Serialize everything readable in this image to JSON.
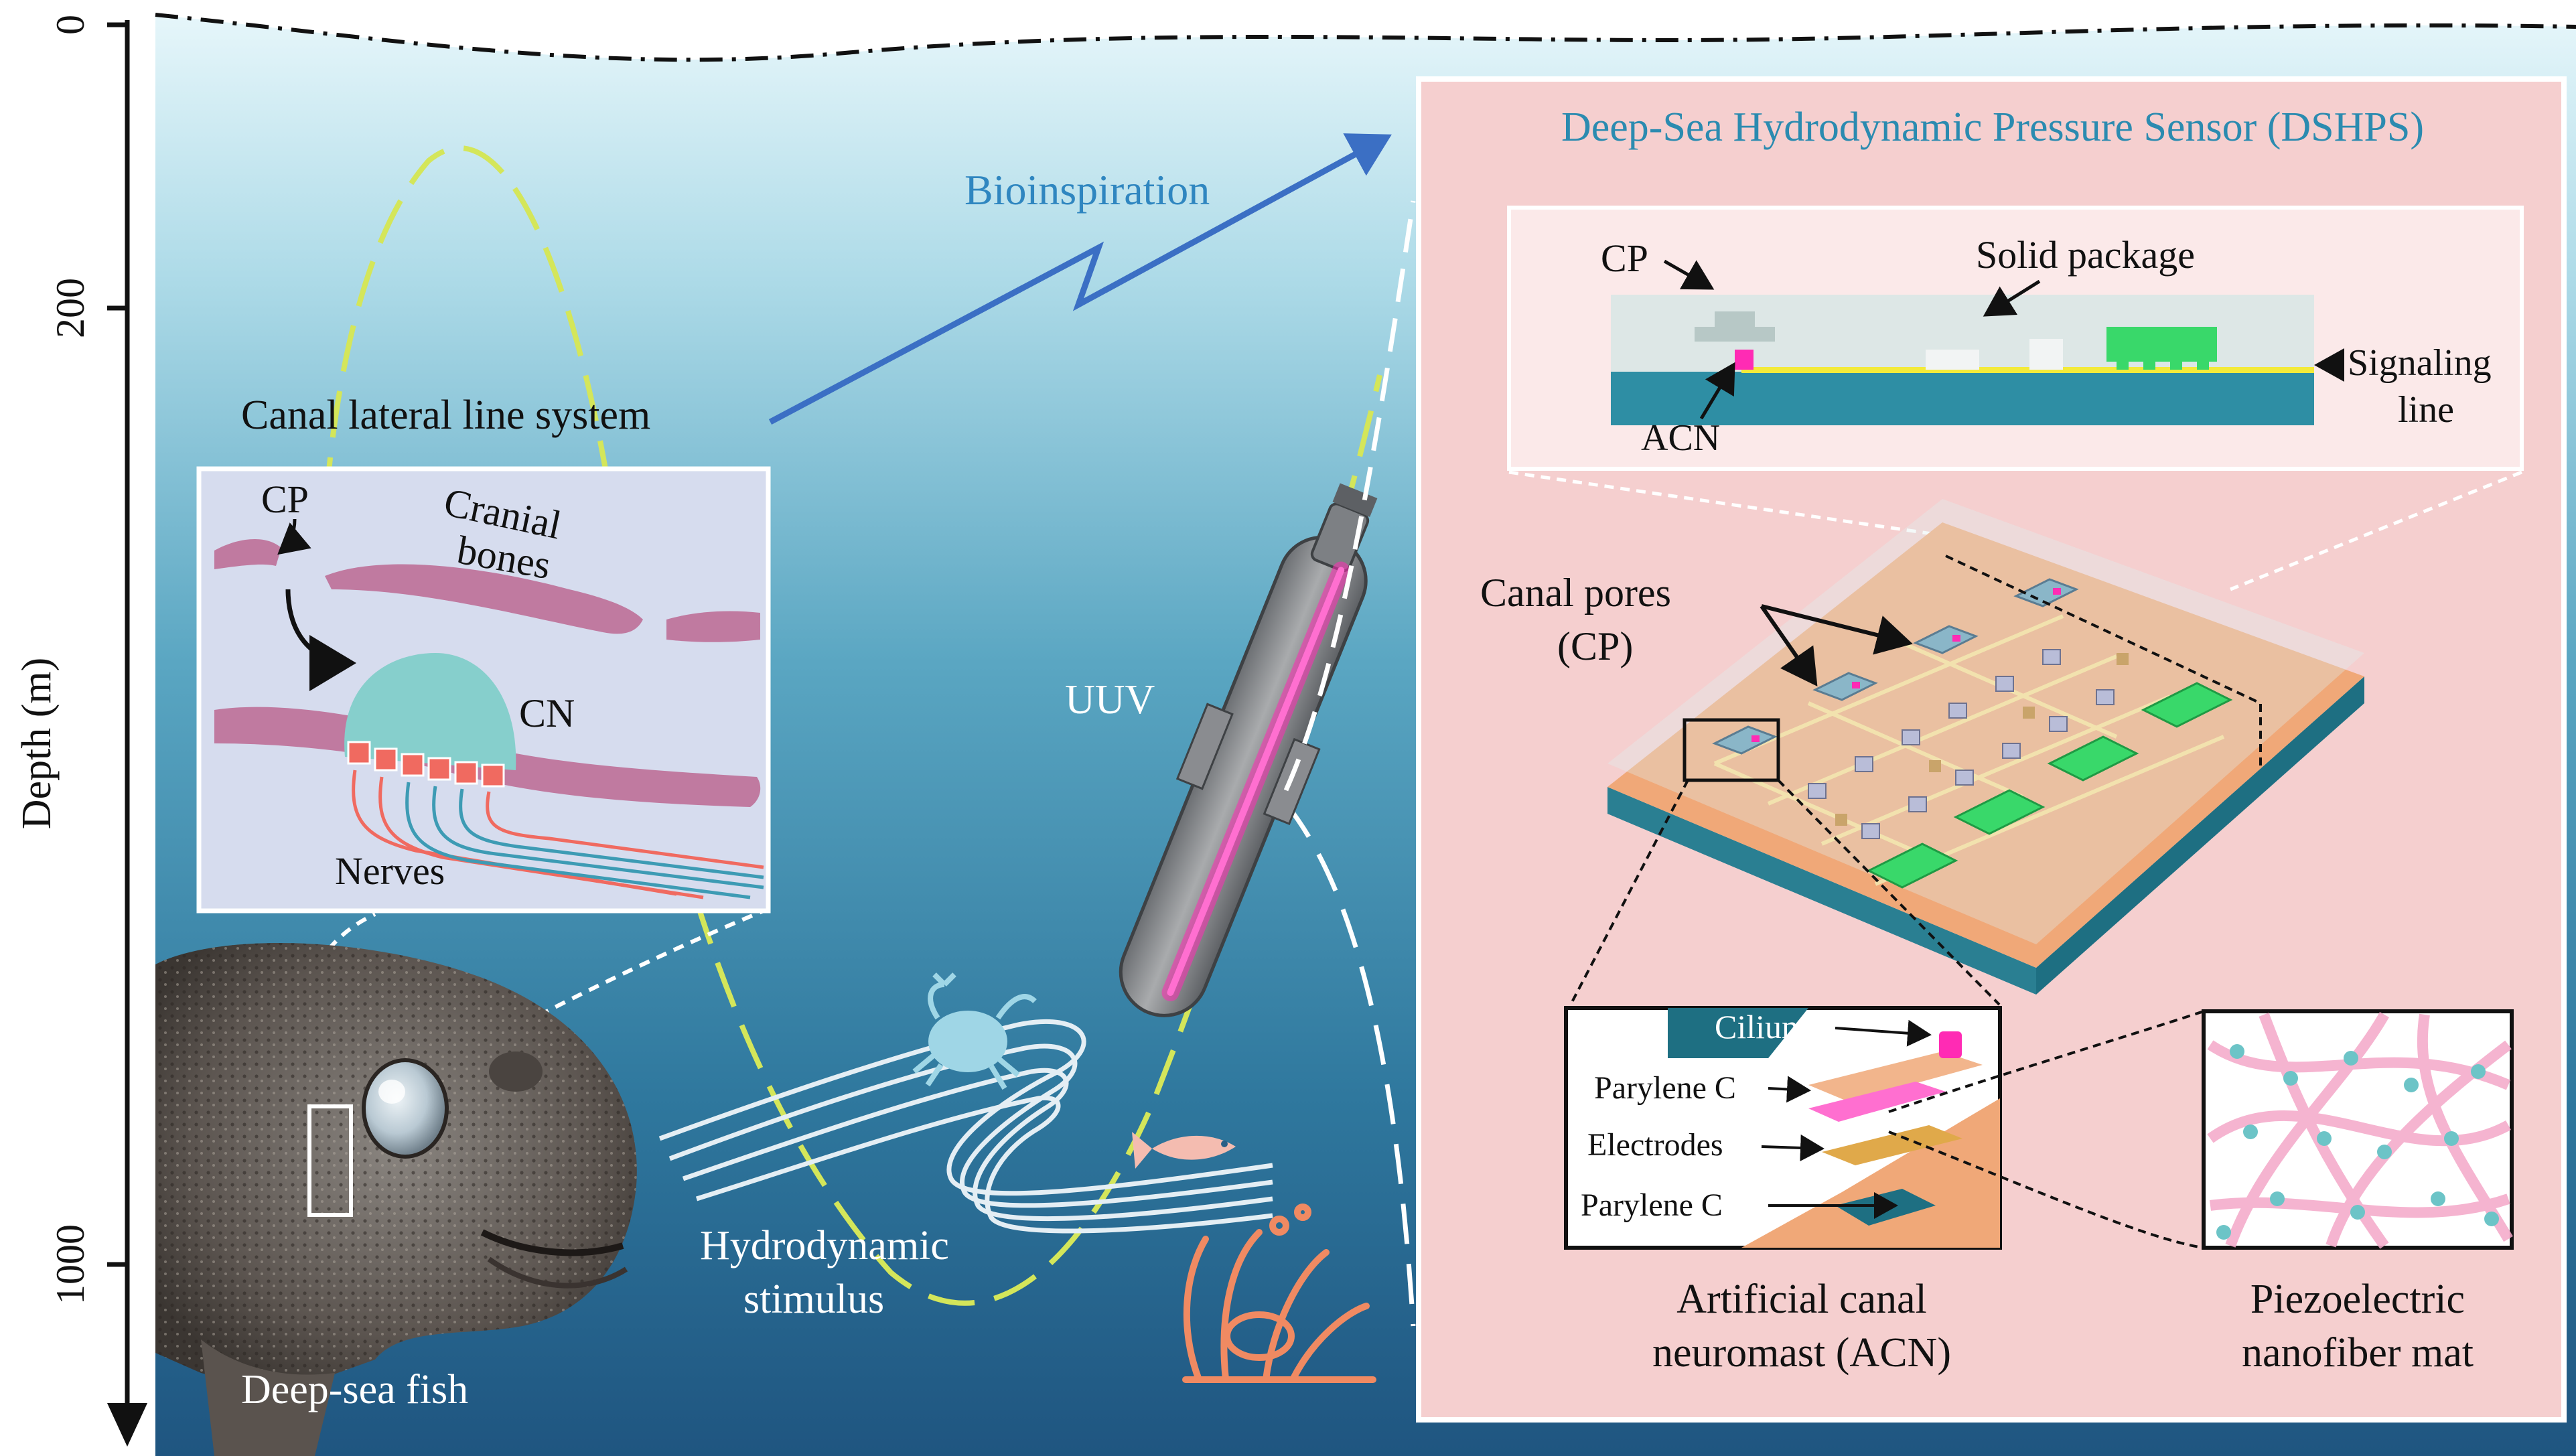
{
  "axis": {
    "label": "Depth (m)",
    "ticks": [
      "0",
      "200",
      "1000"
    ]
  },
  "labels": {
    "bioinspiration": "Bioinspiration",
    "canal_lateral_line": "Canal lateral line system",
    "uuv": "UUV",
    "hydrodynamic_l1": "Hydrodynamic",
    "hydrodynamic_l2": "stimulus",
    "deep_sea_fish": "Deep-sea fish"
  },
  "fish_inset": {
    "cp": "CP",
    "cranial_l1": "Cranial",
    "cranial_l2": "bones",
    "cn": "CN",
    "nerves": "Nerves"
  },
  "dshps": {
    "title": "Deep-Sea Hydrodynamic Pressure Sensor (DSHPS)",
    "cross_section": {
      "cp": "CP",
      "solid_package": "Solid package",
      "acn": "ACN",
      "signaling_l1": "Signaling",
      "signaling_l2": "line"
    },
    "canal_pores_l1": "Canal pores",
    "canal_pores_l2": "(CP)",
    "acn_exploded": {
      "cilium": "Cilium",
      "parylene_top": "Parylene C",
      "electrodes": "Electrodes",
      "parylene_bottom": "Parylene C"
    },
    "acn_caption_l1": "Artificial canal",
    "acn_caption_l2": "neuromast (ACN)",
    "mat_caption_l1": "Piezoelectric",
    "mat_caption_l2": "nanofiber mat"
  },
  "colors": {
    "water_top": "#dff3f8",
    "water_mid": "#4d9bb8",
    "water_bottom": "#245f88",
    "panel_bg": "#f5cfcf",
    "arrow_blue": "#3b6fc4",
    "title_teal": "#2b8bb0",
    "trajectory": "#d4e65a",
    "bone": "#c07aa0",
    "neuromast": "#86cfcc",
    "chip_green": "#39d86a",
    "board_orange": "#f0a878",
    "magenta": "#ff2bb4",
    "coral": "#f08a62"
  }
}
